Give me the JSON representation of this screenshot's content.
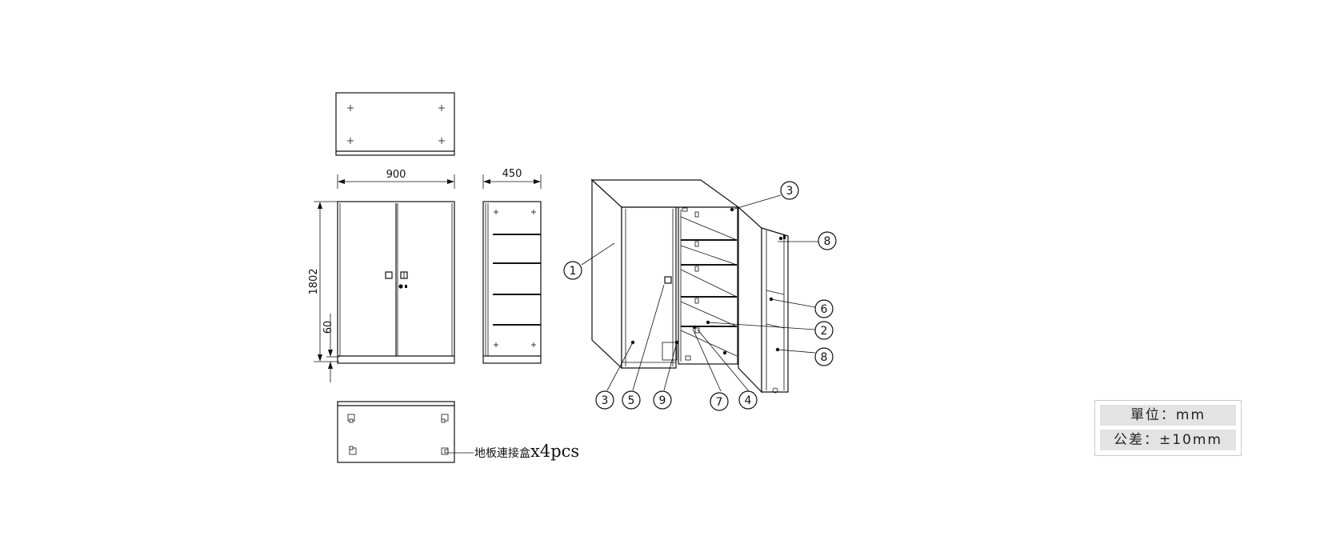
{
  "dimensions": {
    "width": "900",
    "depth": "450",
    "height": "1802",
    "base_height": "60"
  },
  "callouts": [
    "1",
    "2",
    "3",
    "3",
    "4",
    "5",
    "6",
    "7",
    "8",
    "8",
    "9"
  ],
  "note": {
    "text_cn": "地板連接盒",
    "text_qty": "x4pcs"
  },
  "spec": {
    "unit": "單位：mm",
    "tolerance": "公差：±10mm"
  }
}
